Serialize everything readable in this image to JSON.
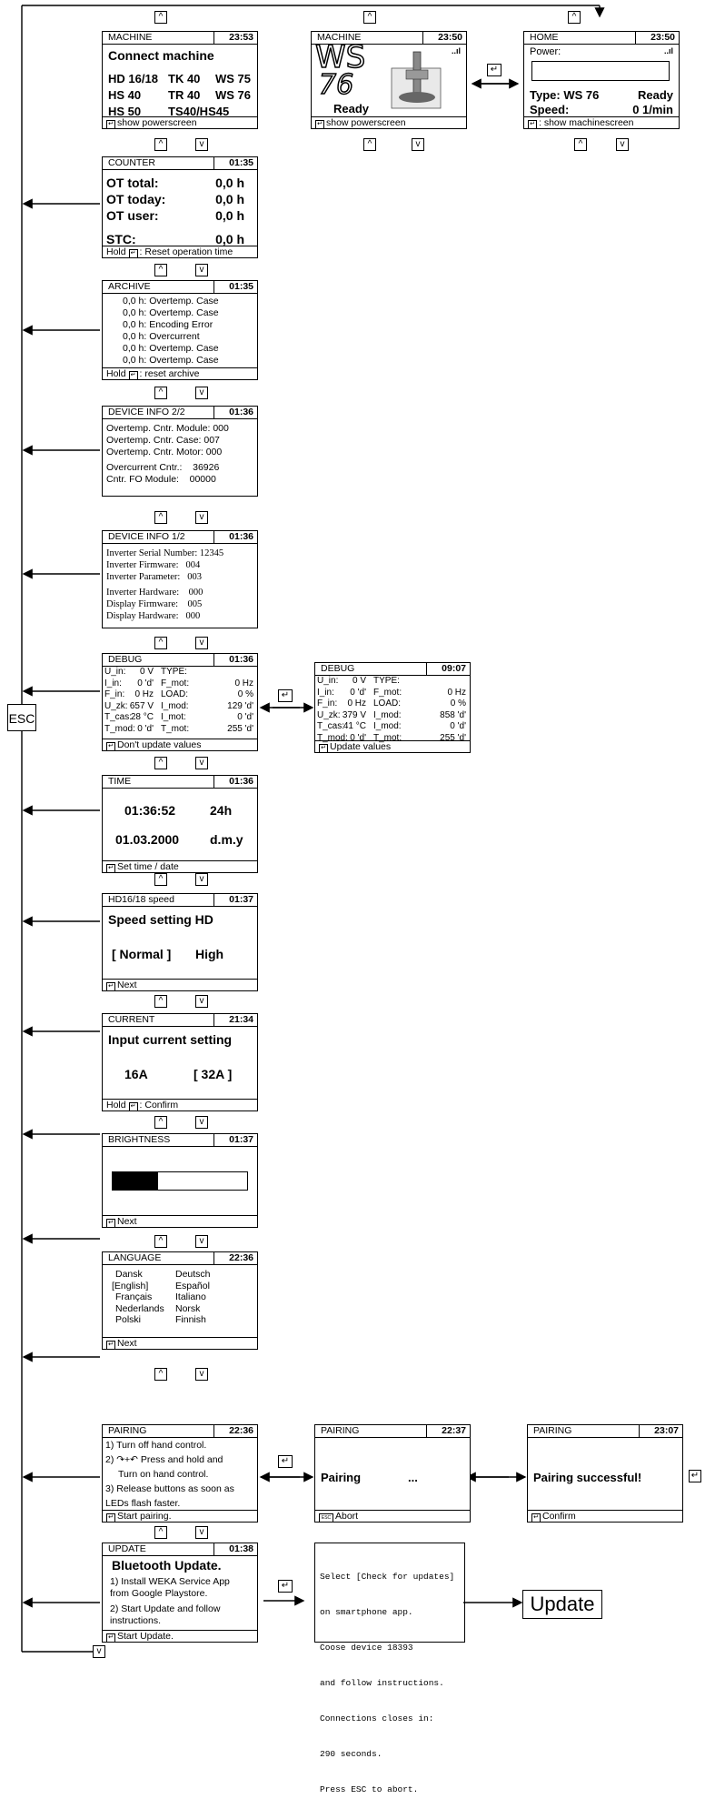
{
  "nav": {
    "up": "^",
    "down": "v",
    "enter": "↵",
    "esc": "ESC"
  },
  "machine1": {
    "title": "MACHINE",
    "time": "23:53",
    "heading": "Connect machine",
    "rows": [
      [
        "HD 16/18",
        "TK 40",
        "WS 75"
      ],
      [
        "HS 40",
        "TR 40",
        "WS 76"
      ],
      [
        "HS 50",
        "TS40/HS45",
        ""
      ]
    ],
    "footer": "show powerscreen"
  },
  "machine2": {
    "title": "MACHINE",
    "time": "23:50",
    "ws": "WS",
    "num": "76",
    "status": "Ready",
    "footer": "show powerscreen"
  },
  "home": {
    "title": "HOME",
    "time": "23:50",
    "power_label": "Power:",
    "type_label": "Type: WS 76",
    "type_status": "Ready",
    "speed_label": "Speed:",
    "speed_value": "0 1/min",
    "footer": ": show machinescreen"
  },
  "counter": {
    "title": "COUNTER",
    "time": "01:35",
    "rows": [
      [
        "OT total:",
        "0,0 h"
      ],
      [
        "OT today:",
        "0,0 h"
      ],
      [
        "OT user:",
        "0,0 h"
      ]
    ],
    "stc": [
      "STC:",
      "0,0 h"
    ],
    "footer_pre": "Hold",
    "footer": ": Reset operation time"
  },
  "archive": {
    "title": "ARCHIVE",
    "time": "01:35",
    "items": [
      "0,0 h: Overtemp. Case",
      "0,0 h: Overtemp. Case",
      "0,0 h: Encoding Error",
      "0,0 h: Overcurrent",
      "0,0 h: Overtemp. Case",
      "0,0 h: Overtemp. Case"
    ],
    "footer_pre": "Hold",
    "footer": ": reset archive"
  },
  "info2": {
    "title": "DEVICE INFO 2/2",
    "time": "01:36",
    "rows": [
      [
        "Overtemp. Cntr. Module:",
        "000"
      ],
      [
        "Overtemp. Cntr. Case:",
        "007"
      ],
      [
        "Overtemp. Cntr. Motor:",
        "000"
      ]
    ],
    "rows2": [
      [
        "Overcurrent Cntr.:",
        "36926"
      ],
      [
        "Cntr. FO Module:",
        "00000"
      ]
    ]
  },
  "info1": {
    "title": "DEVICE INFO 1/2",
    "time": "01:36",
    "rows": [
      [
        "Inverter Serial Number:",
        "12345"
      ],
      [
        "Inverter Firmware:",
        "004"
      ],
      [
        "Inverter Parameter:",
        "003"
      ]
    ],
    "rows2": [
      [
        "Inverter Hardware:",
        "000"
      ],
      [
        "Display Firmware:",
        "005"
      ],
      [
        "Display Hardware:",
        "000"
      ]
    ]
  },
  "debug1": {
    "title": "DEBUG",
    "time": "01:36",
    "rows": [
      [
        "U_in:",
        "0 V",
        "TYPE:",
        ""
      ],
      [
        "I_in:",
        "0 'd'",
        "F_mot:",
        "0 Hz"
      ],
      [
        "F_in:",
        "0 Hz",
        "LOAD:",
        "0 %"
      ],
      [
        "U_zk:",
        "657 V",
        "I_mod:",
        "129 'd'"
      ],
      [
        "T_cas:",
        "28 °C",
        "I_mot:",
        "0 'd'"
      ],
      [
        "T_mod:",
        "0 'd'",
        "T_mot:",
        "255 'd'"
      ]
    ],
    "footer": "Don't update values"
  },
  "debug2": {
    "title": "DEBUG",
    "time": "09:07",
    "rows": [
      [
        "U_in:",
        "0 V",
        "TYPE:",
        ""
      ],
      [
        "I_in:",
        "0 'd'",
        "F_mot:",
        "0 Hz"
      ],
      [
        "F_in:",
        "0 Hz",
        "LOAD:",
        "0 %"
      ],
      [
        "U_zk:",
        "379 V",
        "I_mod:",
        "858 'd'"
      ],
      [
        "T_cas:",
        "41 °C",
        "I_mod:",
        "0 'd'"
      ],
      [
        "T_mod:",
        "0 'd'",
        "T_mot:",
        "255 'd'"
      ]
    ],
    "footer": "Update values"
  },
  "time": {
    "title": "TIME",
    "time": "01:36",
    "clock": "01:36:52",
    "fmt1": "24h",
    "date": "01.03.2000",
    "fmt2": "d.m.y",
    "footer": "Set time / date"
  },
  "hd": {
    "title": "HD16/18 speed",
    "time": "01:37",
    "heading": "Speed setting HD",
    "opt1": "[ Normal ]",
    "opt2": "High",
    "footer": "Next"
  },
  "current": {
    "title": "CURRENT",
    "time": "21:34",
    "heading": "Input current setting",
    "opt1": "16A",
    "opt2": "[ 32A ]",
    "footer_pre": "Hold",
    "footer": "Confirm"
  },
  "brightness": {
    "title": "BRIGHTNESS",
    "time": "01:37",
    "level": 0.34,
    "footer": "Next"
  },
  "language": {
    "title": "LANGUAGE",
    "time": "22:36",
    "col1": [
      "Dansk",
      "[English]",
      "Français",
      "Nederlands",
      "Polski"
    ],
    "col2": [
      "Deutsch",
      "Español",
      "Italiano",
      "Norsk",
      "Finnish"
    ],
    "footer": "Next"
  },
  "pairing1": {
    "title": "PAIRING",
    "time": "22:36",
    "lines": [
      "1) Turn off hand control.",
      "2) ↷+↶ Press and hold and",
      "Turn on hand control.",
      "3) Release buttons as soon as",
      "LEDs flash faster."
    ],
    "footer": "Start pairing."
  },
  "pairing2": {
    "title": "PAIRING",
    "time": "22:37",
    "text": "Pairing",
    "dots": "...",
    "footer": "Abort"
  },
  "pairing3": {
    "title": "PAIRING",
    "time": "23:07",
    "text": "Pairing successful!",
    "footer": "Confirm"
  },
  "update": {
    "title": "UPDATE",
    "time": "01:38",
    "heading": "Bluetooth Update.",
    "lines": [
      "1) Install WEKA Service App",
      "from Google Playstore.",
      "2) Start Update and follow",
      "instructions."
    ],
    "footer": "Start Update."
  },
  "update_msg": {
    "lines": [
      "Select [Check for updates]",
      "on smartphone app.",
      "Coose device 18393",
      "and follow instructions.",
      "Connections closes in:",
      "290 seconds.",
      "Press ESC to abort."
    ]
  },
  "update_label": "Update"
}
